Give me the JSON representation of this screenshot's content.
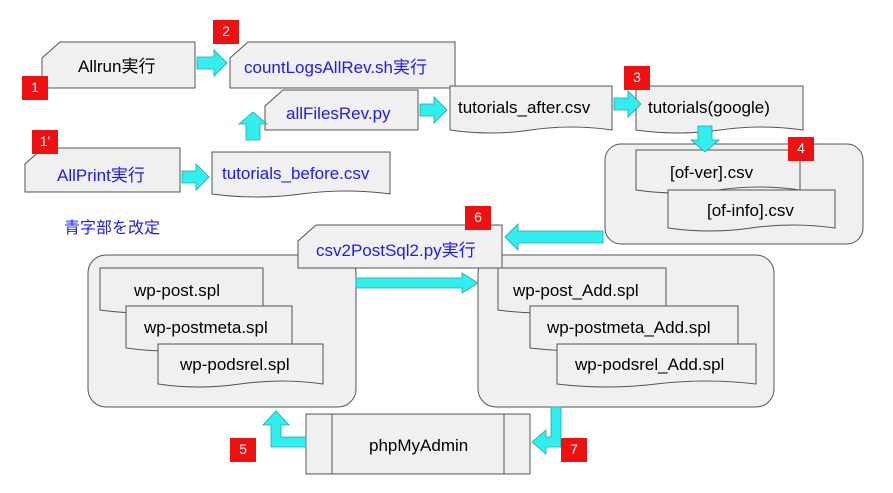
{
  "colors": {
    "box_fill": "#f0f0f0",
    "box_stroke": "#555555",
    "arrow": "#33eeee",
    "badge": "#ee1111",
    "blue_text": "#1a1aff"
  },
  "labels": {
    "allrun": "Allrun実行",
    "count_logs": "countLogsAllRev.sh実行",
    "all_files_rev": "allFilesRev.py",
    "tutorials_after": "tutorials_after.csv",
    "tutorials_google": "tutorials(google)",
    "allprint": "AllPrint実行",
    "tutorials_before": "tutorials_before.csv",
    "of_ver": "[of-ver].csv",
    "of_info": "[of-info].csv",
    "note": "青字部を改定",
    "csv2postsql": "csv2PostSql2.py実行",
    "wp_post": "wp-post.spl",
    "wp_postmeta": "wp-postmeta.spl",
    "wp_podsrel": "wp-podsrel.spl",
    "wp_post_add": "wp-post_Add.spl",
    "wp_postmeta_add": "wp-postmeta_Add.spl",
    "wp_podsrel_add": "wp-podsrel_Add.spl",
    "phpmyadmin": "phpMyAdmin"
  },
  "badges": {
    "b1": "1",
    "b2": "2",
    "b3": "3",
    "b1p": "1'",
    "b4": "4",
    "b6": "6",
    "b5": "5",
    "b7": "7"
  }
}
